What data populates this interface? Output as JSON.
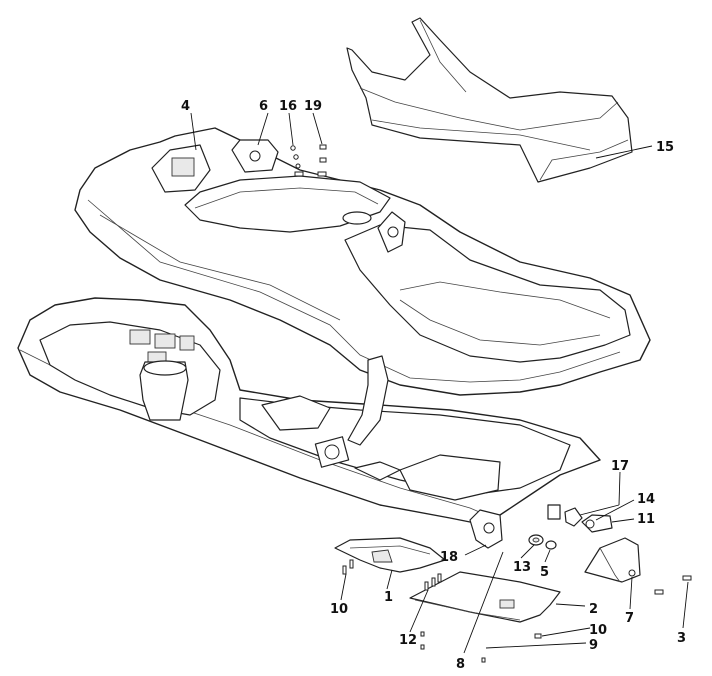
{
  "diagram": {
    "callouts": [
      {
        "id": "c1",
        "label": "1"
      },
      {
        "id": "c2",
        "label": "2"
      },
      {
        "id": "c3",
        "label": "3"
      },
      {
        "id": "c4",
        "label": "4"
      },
      {
        "id": "c5",
        "label": "5"
      },
      {
        "id": "c6",
        "label": "6"
      },
      {
        "id": "c7",
        "label": "7"
      },
      {
        "id": "c8",
        "label": "8"
      },
      {
        "id": "c9",
        "label": "9"
      },
      {
        "id": "c10a",
        "label": "10"
      },
      {
        "id": "c10b",
        "label": "10"
      },
      {
        "id": "c11",
        "label": "11"
      },
      {
        "id": "c12",
        "label": "12"
      },
      {
        "id": "c13",
        "label": "13"
      },
      {
        "id": "c14",
        "label": "14"
      },
      {
        "id": "c15",
        "label": "15"
      },
      {
        "id": "c16",
        "label": "16"
      },
      {
        "id": "c17",
        "label": "17"
      },
      {
        "id": "c18",
        "label": "18"
      },
      {
        "id": "c19",
        "label": "19"
      }
    ]
  }
}
